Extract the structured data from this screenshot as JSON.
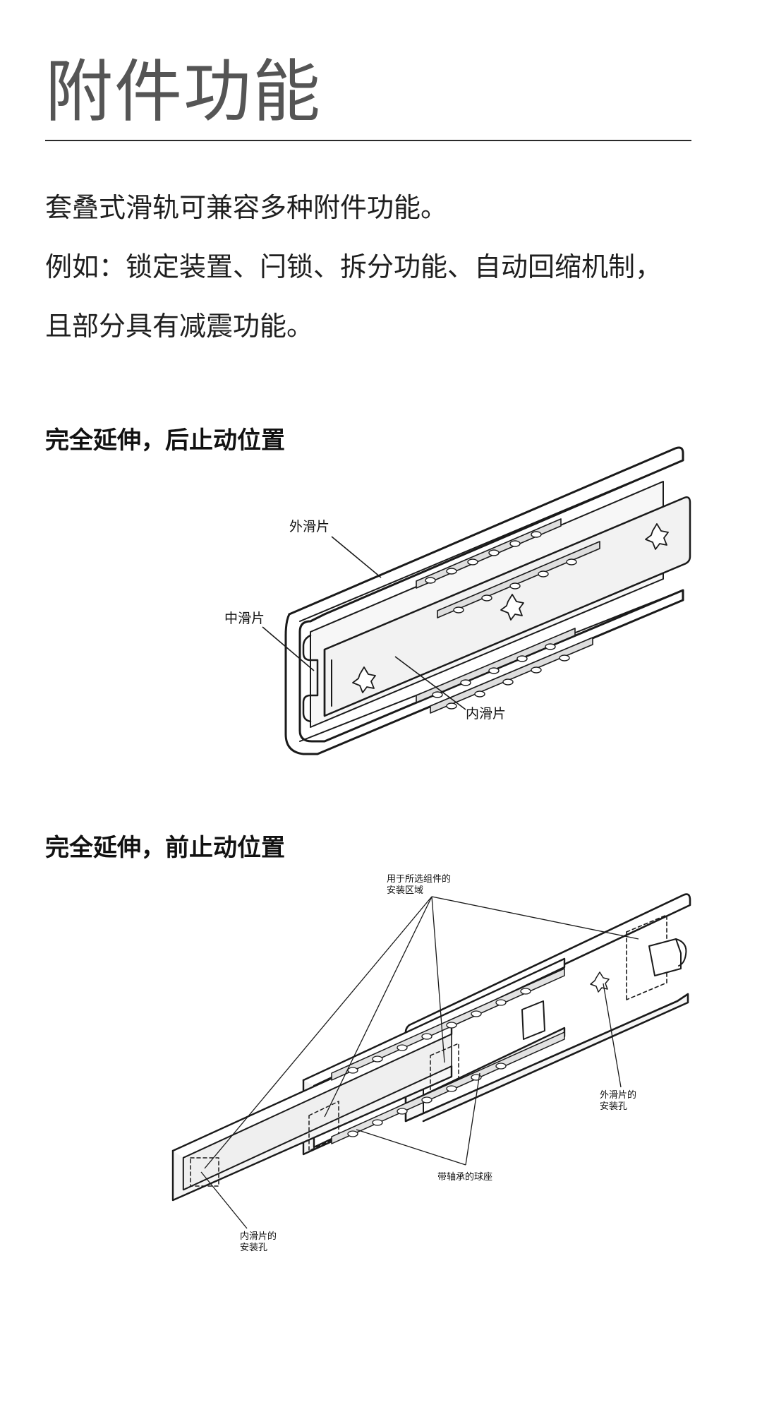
{
  "page": {
    "title": "附件功能",
    "intro": [
      "套叠式滑轨可兼容多种附件功能。",
      "例如：锁定装置、闩锁、拆分功能、自动回缩机制，",
      "且部分具有减震功能。"
    ]
  },
  "sections": [
    {
      "heading": "完全延伸，后止动位置",
      "labels": {
        "outer": "外滑片",
        "middle": "中滑片",
        "inner": "内滑片"
      }
    },
    {
      "heading": "完全延伸，前止动位置",
      "labels": {
        "mount_area_line1": "用于所选组件的",
        "mount_area_line2": "安装区域",
        "outer_hole_line1": "外滑片的",
        "outer_hole_line2": "安装孔",
        "ball_cage": "带轴承的球座",
        "inner_hole_line1": "内滑片的",
        "inner_hole_line2": "安装孔"
      }
    }
  ]
}
